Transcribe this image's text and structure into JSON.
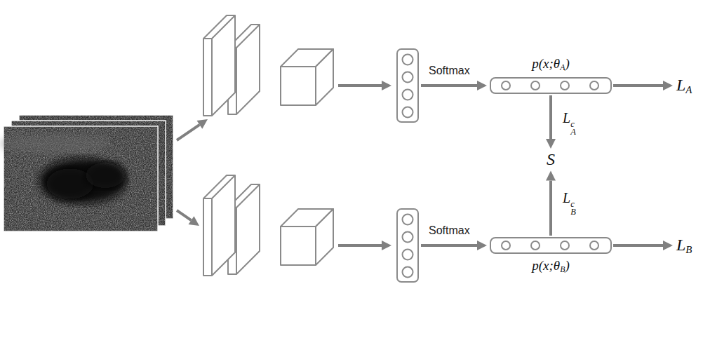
{
  "diagram": {
    "nodes": [
      {
        "text": [
          "p(x;θA)"
        ]
      },
      {
        "text": [
          "LA"
        ]
      },
      {
        "text": [
          "S"
        ]
      },
      {
        "text": [
          "p(x;θB)"
        ]
      },
      {
        "text": [
          "LB"
        ]
      }
    ],
    "edges": [
      {
        "from": 0,
        "to": 1,
        "arrow": "to"
      },
      {
        "from": 0,
        "to": 2,
        "label": "LAc",
        "arrow": "to"
      },
      {
        "from": 3,
        "to": 2,
        "label": "LBc",
        "arrow": "to"
      },
      {
        "from": 3,
        "to": 4,
        "arrow": "to"
      }
    ],
    "labels": [
      "Softmax",
      "Softmax"
    ]
  }
}
